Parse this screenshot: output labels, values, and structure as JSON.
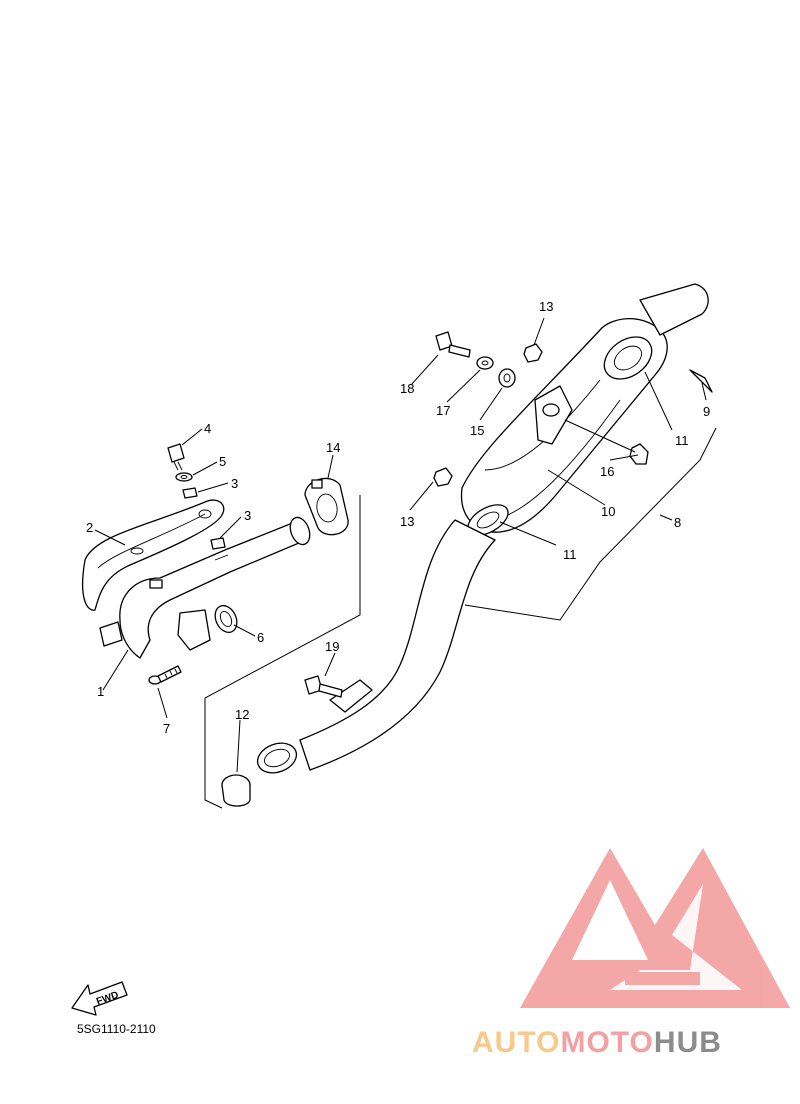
{
  "diagram": {
    "part_callouts": [
      "1",
      "2",
      "3",
      "3",
      "4",
      "5",
      "6",
      "7",
      "8",
      "9",
      "10",
      "11",
      "11",
      "12",
      "13",
      "13",
      "14",
      "15",
      "16",
      "17",
      "18",
      "19"
    ],
    "fwd_label": "FWD",
    "diagram_code": "5SG1110-2110"
  },
  "watermark": {
    "brand_part1": "AUTO",
    "brand_part2": "MOTO",
    "brand_part3": "HUB",
    "colors": {
      "logo_red": "#f4a3a3",
      "auto_orange": "#f7c98a",
      "moto_red": "#f2a0a0",
      "hub_gray": "#8c8c8c"
    }
  }
}
